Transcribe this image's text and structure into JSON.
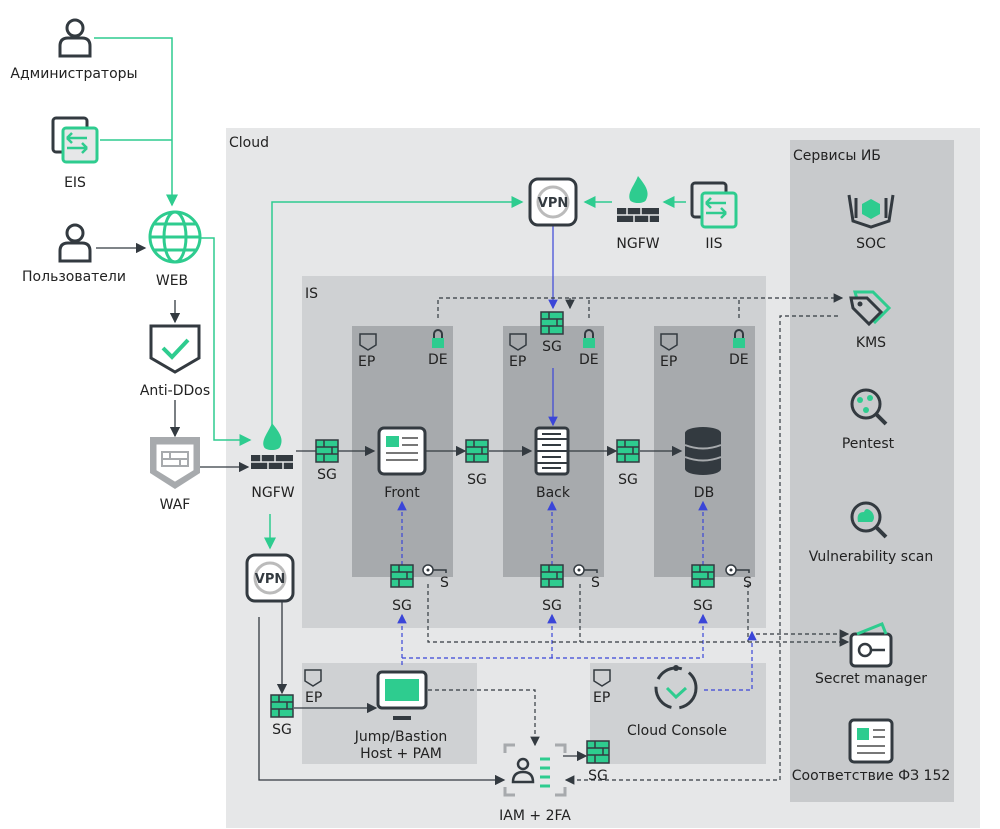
{
  "colors": {
    "accent": "#2ecc8f",
    "dark": "#333a40",
    "cloud_bg": "#e6e7e8",
    "is_bg": "#cfd1d3",
    "zone_bg": "#a7aaad",
    "blue": "#3a45d8"
  },
  "external": {
    "admins": "Администраторы",
    "eis": "EIS",
    "users": "Пользователи",
    "web": "WEB",
    "antiddos": "Anti-DDos",
    "waf": "WAF"
  },
  "cloud": {
    "title": "Cloud",
    "ngfw_main": "NGFW",
    "ngfw_top": "NGFW",
    "iis": "IIS",
    "vpn": "VPN",
    "is_title": "IS",
    "zones": {
      "front": {
        "ep": "EP",
        "de": "DE",
        "name": "Front",
        "sg": "SG",
        "s": "S"
      },
      "back": {
        "ep": "EP",
        "de": "DE",
        "name": "Back",
        "sg": "SG",
        "s": "S",
        "sg_top": "SG"
      },
      "db": {
        "ep": "EP",
        "de": "DE",
        "name": "DB",
        "sg": "SG",
        "s": "S"
      }
    },
    "sg_labels": {
      "ngfw_sg": "SG",
      "front_back": "SG",
      "back_db": "SG",
      "jump_sg": "SG",
      "iam_sg": "SG"
    },
    "jump": {
      "ep": "EP",
      "line1": "Jump/Bastion",
      "line2": "Host + PAM"
    },
    "console": {
      "ep": "EP",
      "name": "Cloud Console"
    },
    "iam": "IAM + 2FA"
  },
  "services": {
    "title": "Сервисы ИБ",
    "items": [
      "SOC",
      "KMS",
      "Pentest",
      "Vulnerability scan",
      "Secret manager",
      "Соответствие ФЗ 152"
    ]
  }
}
